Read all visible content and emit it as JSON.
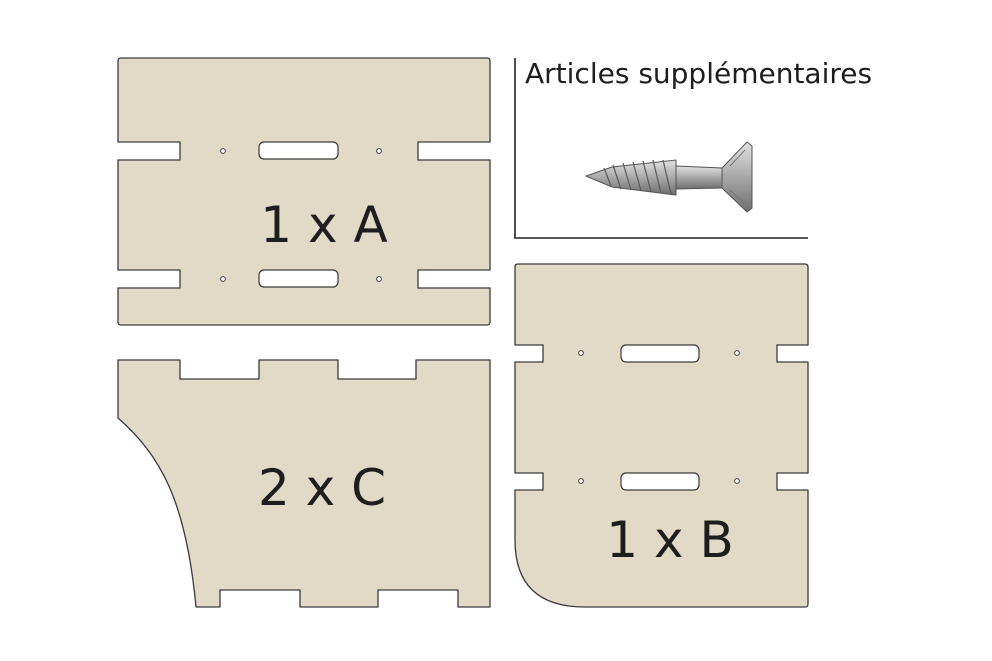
{
  "extras_panel": {
    "title": "Articles supplémentaires",
    "items": [
      {
        "name": "screw",
        "icon": "screw-icon"
      }
    ]
  },
  "pieces": [
    {
      "id": "A",
      "label": "1 x A"
    },
    {
      "id": "B",
      "label": "1 x B"
    },
    {
      "id": "C",
      "label": "2 x C"
    }
  ],
  "colors": {
    "wood": "#e0dac6",
    "outline": "#3a3a3a",
    "text": "#1e1e1e"
  }
}
